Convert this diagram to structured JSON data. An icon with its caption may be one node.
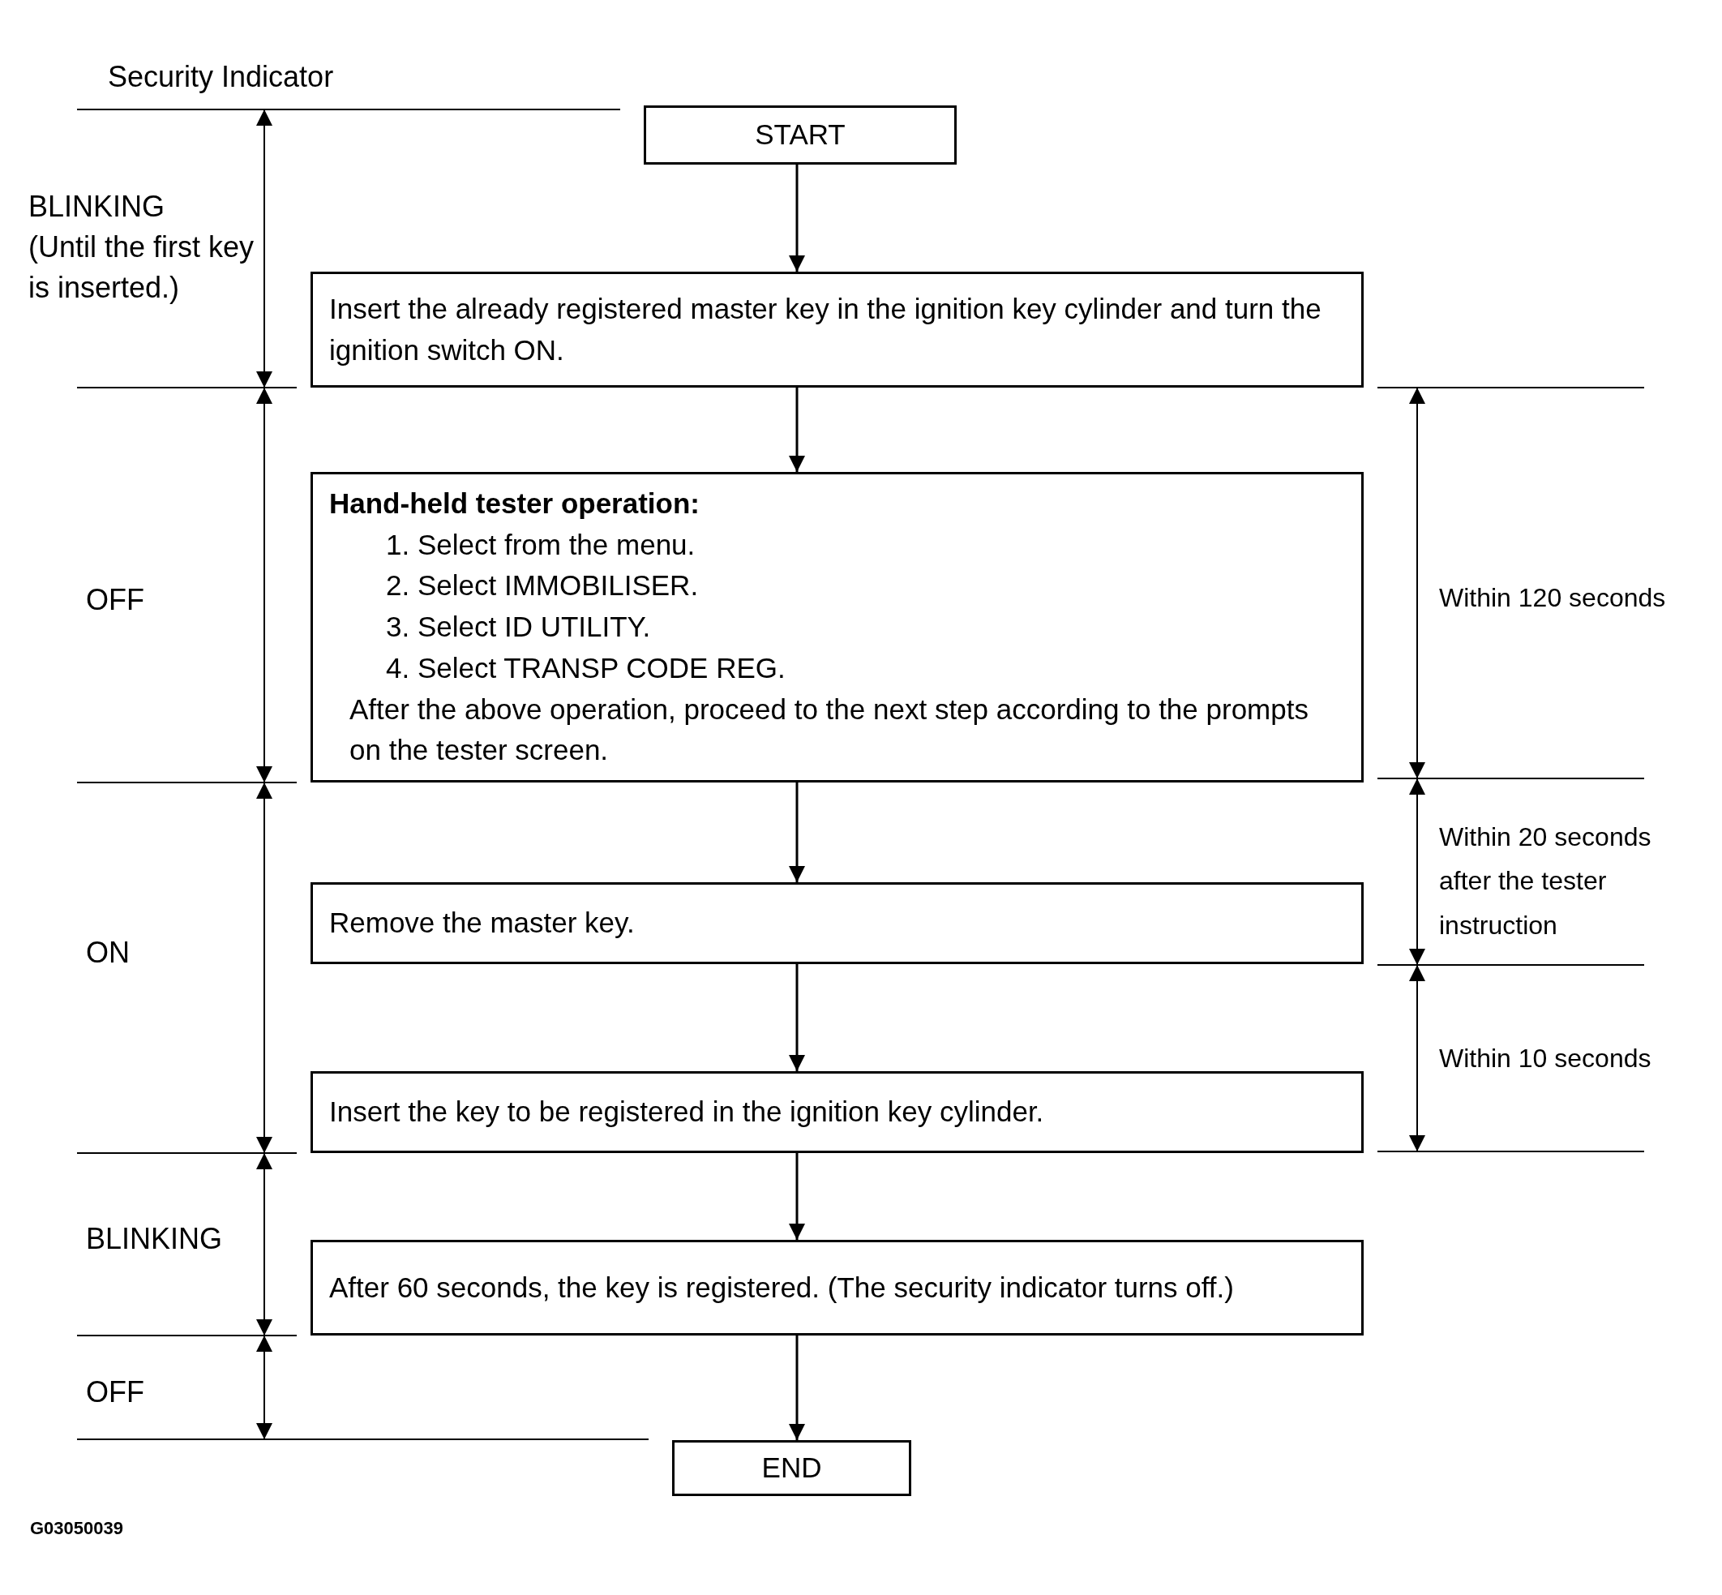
{
  "diagram": {
    "nodes": [
      {
        "text": [
          "START"
        ]
      },
      {
        "text": [
          "Insert the already registered master key in the ignition key cylinder and turn the ignition switch ON."
        ]
      },
      {
        "text": [
          "Hand-held tester operation:",
          "1. Select from the menu.",
          "2. Select IMMOBILISER.",
          "3. Select ID UTILITY.",
          "4. Select TRANSP CODE REG.",
          "After the above operation, proceed to the next step according to the prompts on the tester screen."
        ]
      },
      {
        "text": [
          "Remove the master key."
        ]
      },
      {
        "text": [
          "Insert the key to be registered in the ignition key cylinder."
        ]
      },
      {
        "text": [
          "After 60 seconds, the key is registered. (The security indicator turns off.)"
        ]
      },
      {
        "text": [
          "END"
        ]
      }
    ],
    "edges": [
      {
        "from": 0,
        "to": 1,
        "arrow": "to"
      },
      {
        "from": 1,
        "to": 2,
        "arrow": "to"
      },
      {
        "from": 2,
        "to": 3,
        "arrow": "to"
      },
      {
        "from": 3,
        "to": 4,
        "arrow": "to"
      },
      {
        "from": 4,
        "to": 5,
        "arrow": "to"
      },
      {
        "from": 5,
        "to": 6,
        "arrow": "to"
      }
    ],
    "labels": [
      "Security Indicator",
      "BLINKING",
      "(Until the first key is inserted.)",
      "OFF",
      "Within 120 seconds",
      "Within 20 seconds after the tester instruction",
      "ON",
      "Within 10 seconds",
      "BLINKING",
      "OFF",
      "G03050039"
    ]
  }
}
